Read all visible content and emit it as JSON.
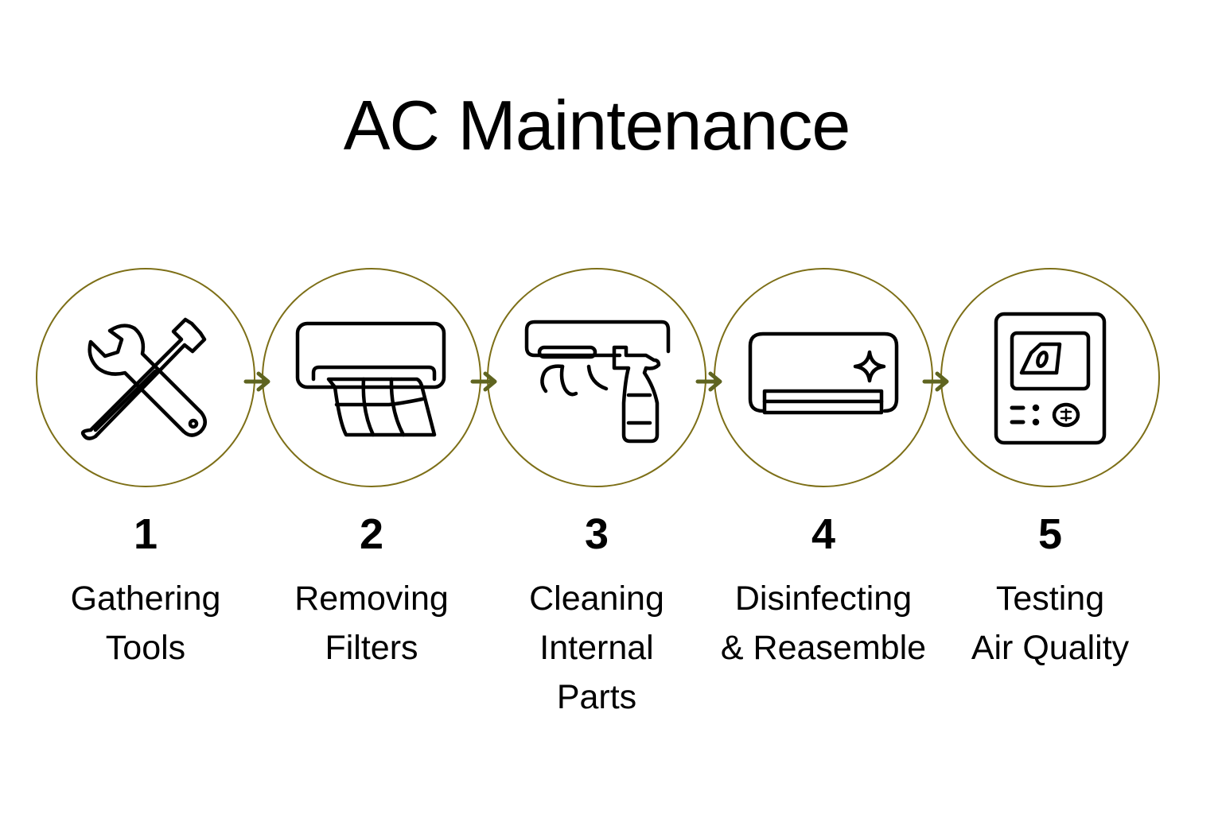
{
  "title": "AC Maintenance",
  "colors": {
    "circle_outline": "#7d6f17",
    "arrow": "#5f6420",
    "icon_stroke": "#000000",
    "background": "#ffffff"
  },
  "steps": [
    {
      "number": "1",
      "label": "Gathering\nTools",
      "icon": "wrench-screwdriver-icon"
    },
    {
      "number": "2",
      "label": "Removing\nFilters",
      "icon": "ac-unit-filter-icon"
    },
    {
      "number": "3",
      "label": "Cleaning\nInternal\nParts",
      "icon": "ac-unit-spray-bottle-icon"
    },
    {
      "number": "4",
      "label": "Disinfecting\n& Reasemble",
      "icon": "ac-unit-sparkle-icon"
    },
    {
      "number": "5",
      "label": "Testing\nAir Quality",
      "icon": "air-quality-meter-icon"
    }
  ],
  "connectors": [
    {
      "from": "1",
      "to": "2",
      "icon": "arrow-right-icon"
    },
    {
      "from": "2",
      "to": "3",
      "icon": "arrow-right-icon"
    },
    {
      "from": "3",
      "to": "4",
      "icon": "arrow-right-icon"
    },
    {
      "from": "4",
      "to": "5",
      "icon": "arrow-right-icon"
    }
  ]
}
